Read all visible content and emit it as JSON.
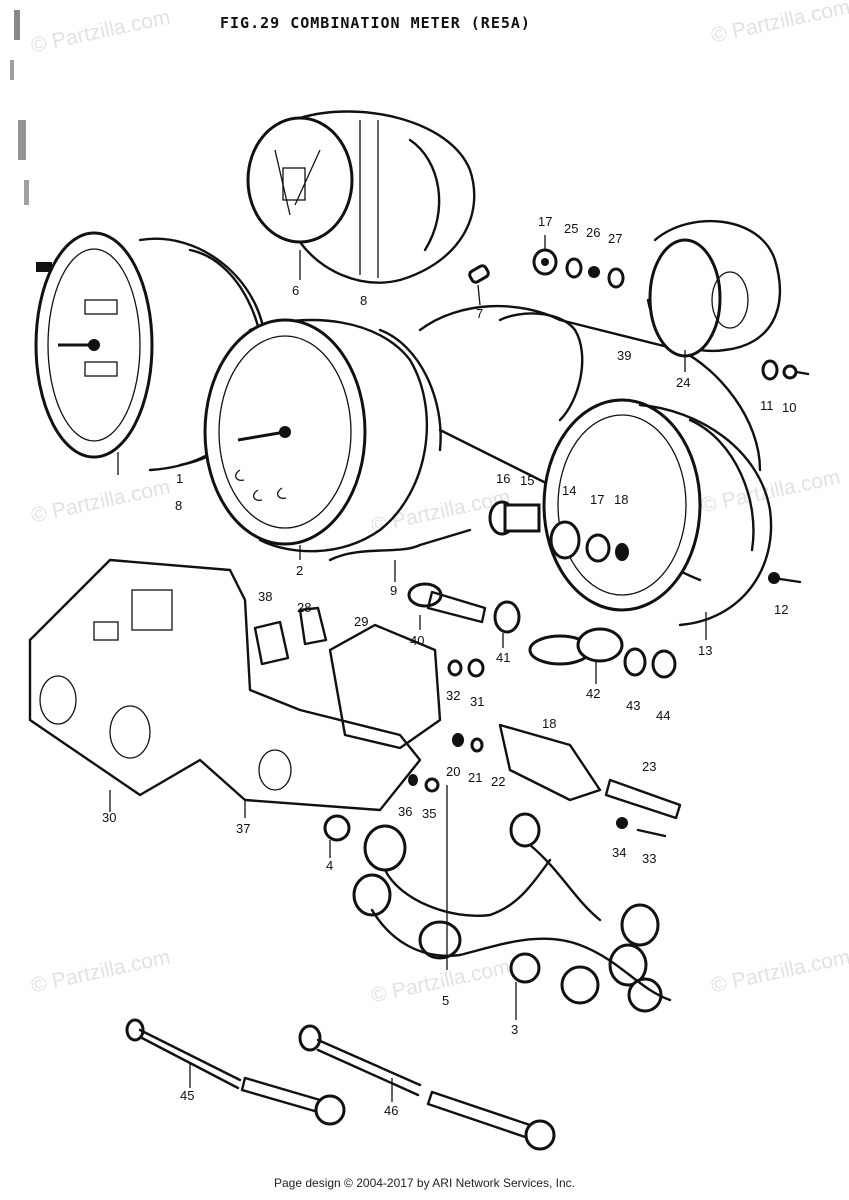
{
  "title": "FIG.29  COMBINATION METER (RE5A)",
  "footer": "Page design © 2004-2017 by ARI Network Services, Inc.",
  "watermark": "© Partzilla.com",
  "callouts": [
    {
      "id": "p1",
      "text": "1"
    },
    {
      "id": "p2",
      "text": "2"
    },
    {
      "id": "p3",
      "text": "3"
    },
    {
      "id": "p4",
      "text": "4"
    },
    {
      "id": "p5",
      "text": "5"
    },
    {
      "id": "p6",
      "text": "6"
    },
    {
      "id": "p7",
      "text": "7"
    },
    {
      "id": "p8a",
      "text": "8"
    },
    {
      "id": "p8b",
      "text": "8"
    },
    {
      "id": "p9",
      "text": "9"
    },
    {
      "id": "p10",
      "text": "10"
    },
    {
      "id": "p11",
      "text": "11"
    },
    {
      "id": "p12",
      "text": "12"
    },
    {
      "id": "p13",
      "text": "13"
    },
    {
      "id": "p14",
      "text": "14"
    },
    {
      "id": "p15",
      "text": "15"
    },
    {
      "id": "p16",
      "text": "16"
    },
    {
      "id": "p17a",
      "text": "17"
    },
    {
      "id": "p17b",
      "text": "17"
    },
    {
      "id": "p18a",
      "text": "18"
    },
    {
      "id": "p18b",
      "text": "18"
    },
    {
      "id": "p20",
      "text": "20"
    },
    {
      "id": "p21",
      "text": "21"
    },
    {
      "id": "p22",
      "text": "22"
    },
    {
      "id": "p23",
      "text": "23"
    },
    {
      "id": "p24",
      "text": "24"
    },
    {
      "id": "p25",
      "text": "25"
    },
    {
      "id": "p26",
      "text": "26"
    },
    {
      "id": "p27",
      "text": "27"
    },
    {
      "id": "p28",
      "text": "28"
    },
    {
      "id": "p29",
      "text": "29"
    },
    {
      "id": "p30",
      "text": "30"
    },
    {
      "id": "p31",
      "text": "31"
    },
    {
      "id": "p32",
      "text": "32"
    },
    {
      "id": "p33",
      "text": "33"
    },
    {
      "id": "p34",
      "text": "34"
    },
    {
      "id": "p35",
      "text": "35"
    },
    {
      "id": "p36",
      "text": "36"
    },
    {
      "id": "p37",
      "text": "37"
    },
    {
      "id": "p38",
      "text": "38"
    },
    {
      "id": "p39",
      "text": "39"
    },
    {
      "id": "p40",
      "text": "40"
    },
    {
      "id": "p41",
      "text": "41"
    },
    {
      "id": "p42",
      "text": "42"
    },
    {
      "id": "p43",
      "text": "43"
    },
    {
      "id": "p44",
      "text": "44"
    },
    {
      "id": "p45",
      "text": "45"
    },
    {
      "id": "p46",
      "text": "46"
    }
  ]
}
